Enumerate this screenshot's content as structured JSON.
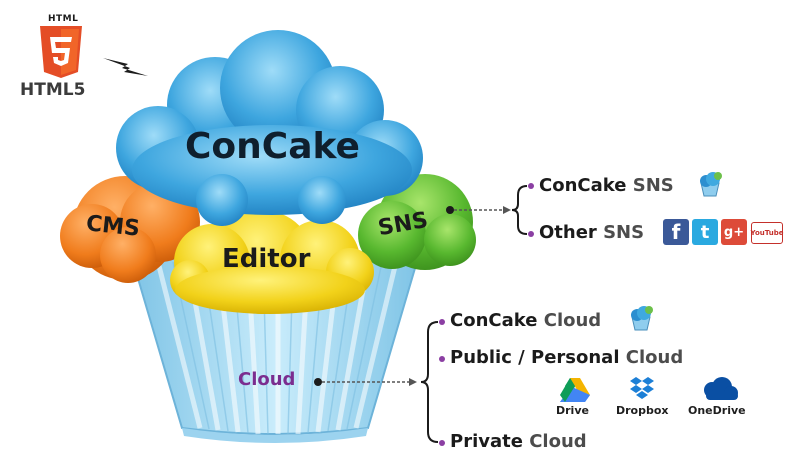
{
  "html5": {
    "badge_text": "HTML",
    "number": "5",
    "caption": "HTML5"
  },
  "cake": {
    "top_label": "ConCake",
    "cms_label": "CMS",
    "editor_label": "Editor",
    "sns_label": "SNS",
    "cloud_label": "Cloud"
  },
  "sns_branch": {
    "items": [
      {
        "name": "ConCake",
        "suffix": "SNS"
      },
      {
        "name": "Other",
        "suffix": "SNS"
      }
    ],
    "social_icons": [
      "f",
      "t",
      "g+",
      "YouTube"
    ]
  },
  "cloud_branch": {
    "items": [
      {
        "name": "ConCake",
        "suffix": "Cloud"
      },
      {
        "name": "Public / Personal",
        "suffix": "Cloud"
      },
      {
        "name": "Private",
        "suffix": "Cloud"
      }
    ],
    "services": [
      "Drive",
      "Dropbox",
      "OneDrive"
    ]
  },
  "colors": {
    "cloud_blue": "#3fa9e0",
    "cms_orange": "#f07c1c",
    "editor_yellow": "#f2d21a",
    "sns_green": "#58b82f",
    "cup_blue": "#a9dcf4",
    "bullet_purple": "#8b3fa3",
    "html5_orange": "#e44d26"
  }
}
